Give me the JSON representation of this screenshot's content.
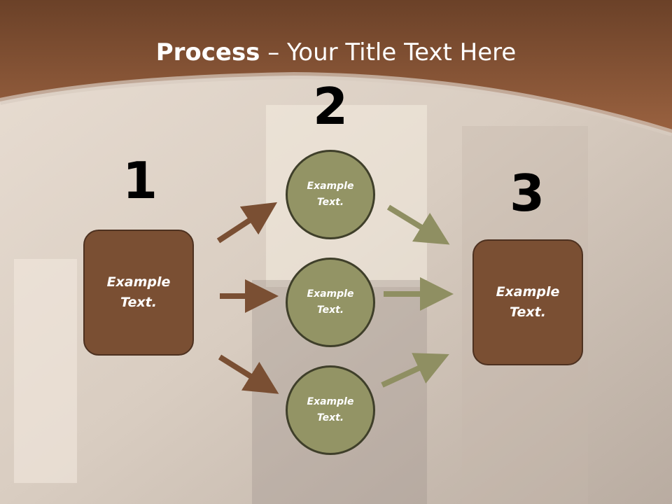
{
  "slide": {
    "title_bold": "Process",
    "title_rest": " – Your Title Text Here",
    "steps": [
      {
        "number": "1",
        "label_line1": "Example",
        "label_line2": "Text."
      },
      {
        "number": "2"
      },
      {
        "number": "3",
        "label_line1": "Example",
        "label_line2": "Text."
      }
    ],
    "circles": [
      {
        "label_line1": "Example",
        "label_line2": "Text."
      },
      {
        "label_line1": "Example",
        "label_line2": "Text."
      },
      {
        "label_line1": "Example",
        "label_line2": "Text."
      }
    ]
  },
  "colors": {
    "header_brown": "#8a5535",
    "box_brown": "#7a4f33",
    "circle_olive": "#939465",
    "arrow_brown": "#7a4f33",
    "arrow_olive": "#8f8f62"
  },
  "icons": [
    "right-arrow-icon"
  ]
}
